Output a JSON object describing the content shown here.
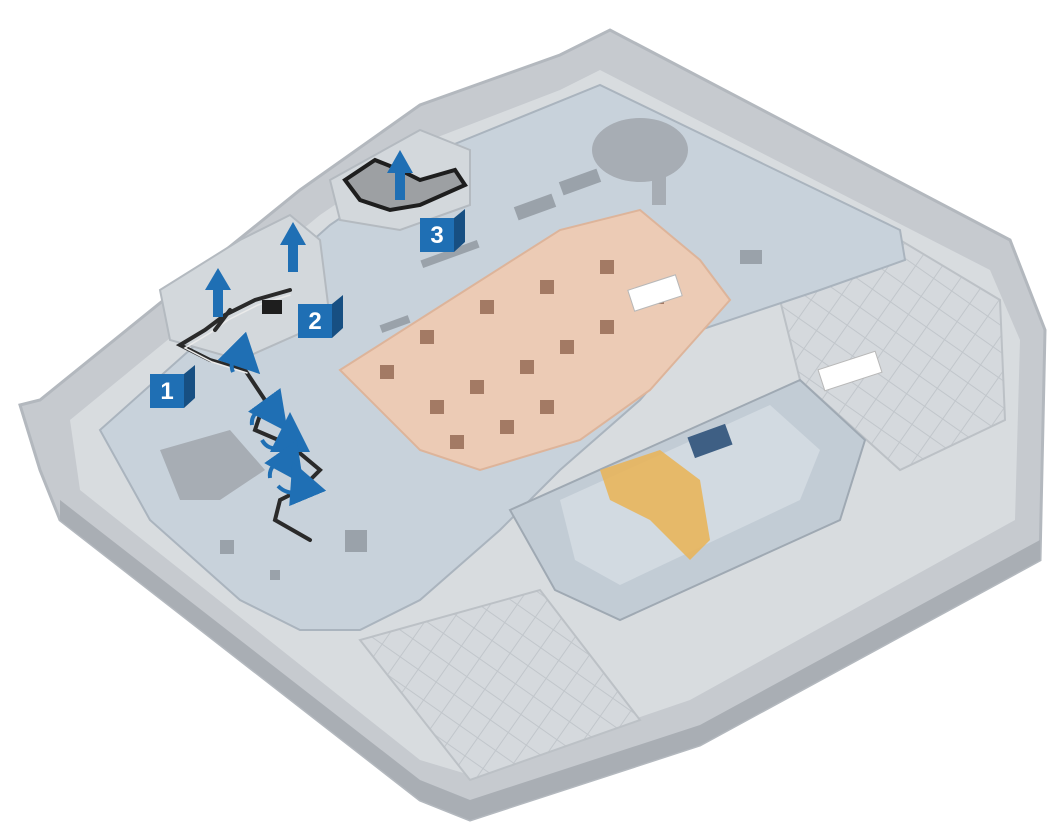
{
  "colors": {
    "background": "#ffffff",
    "chassis_edge": "#bfc3c8",
    "chassis_face": "#d7dbdf",
    "plate": "#c9d3dc",
    "plate_light": "#dbe3ea",
    "copper_sheet": "#eccbb5",
    "pad": "#a9b0b8",
    "cable": "#2a2a2a",
    "accent_blue": "#1f6fb4",
    "flex_cable": "#e8b55c"
  },
  "icons": {
    "arrow": "arrow-up-icon",
    "rotate_arrow": "curved-arrow-icon"
  },
  "callouts": [
    {
      "label": "1"
    },
    {
      "label": "2"
    },
    {
      "label": "3"
    }
  ]
}
